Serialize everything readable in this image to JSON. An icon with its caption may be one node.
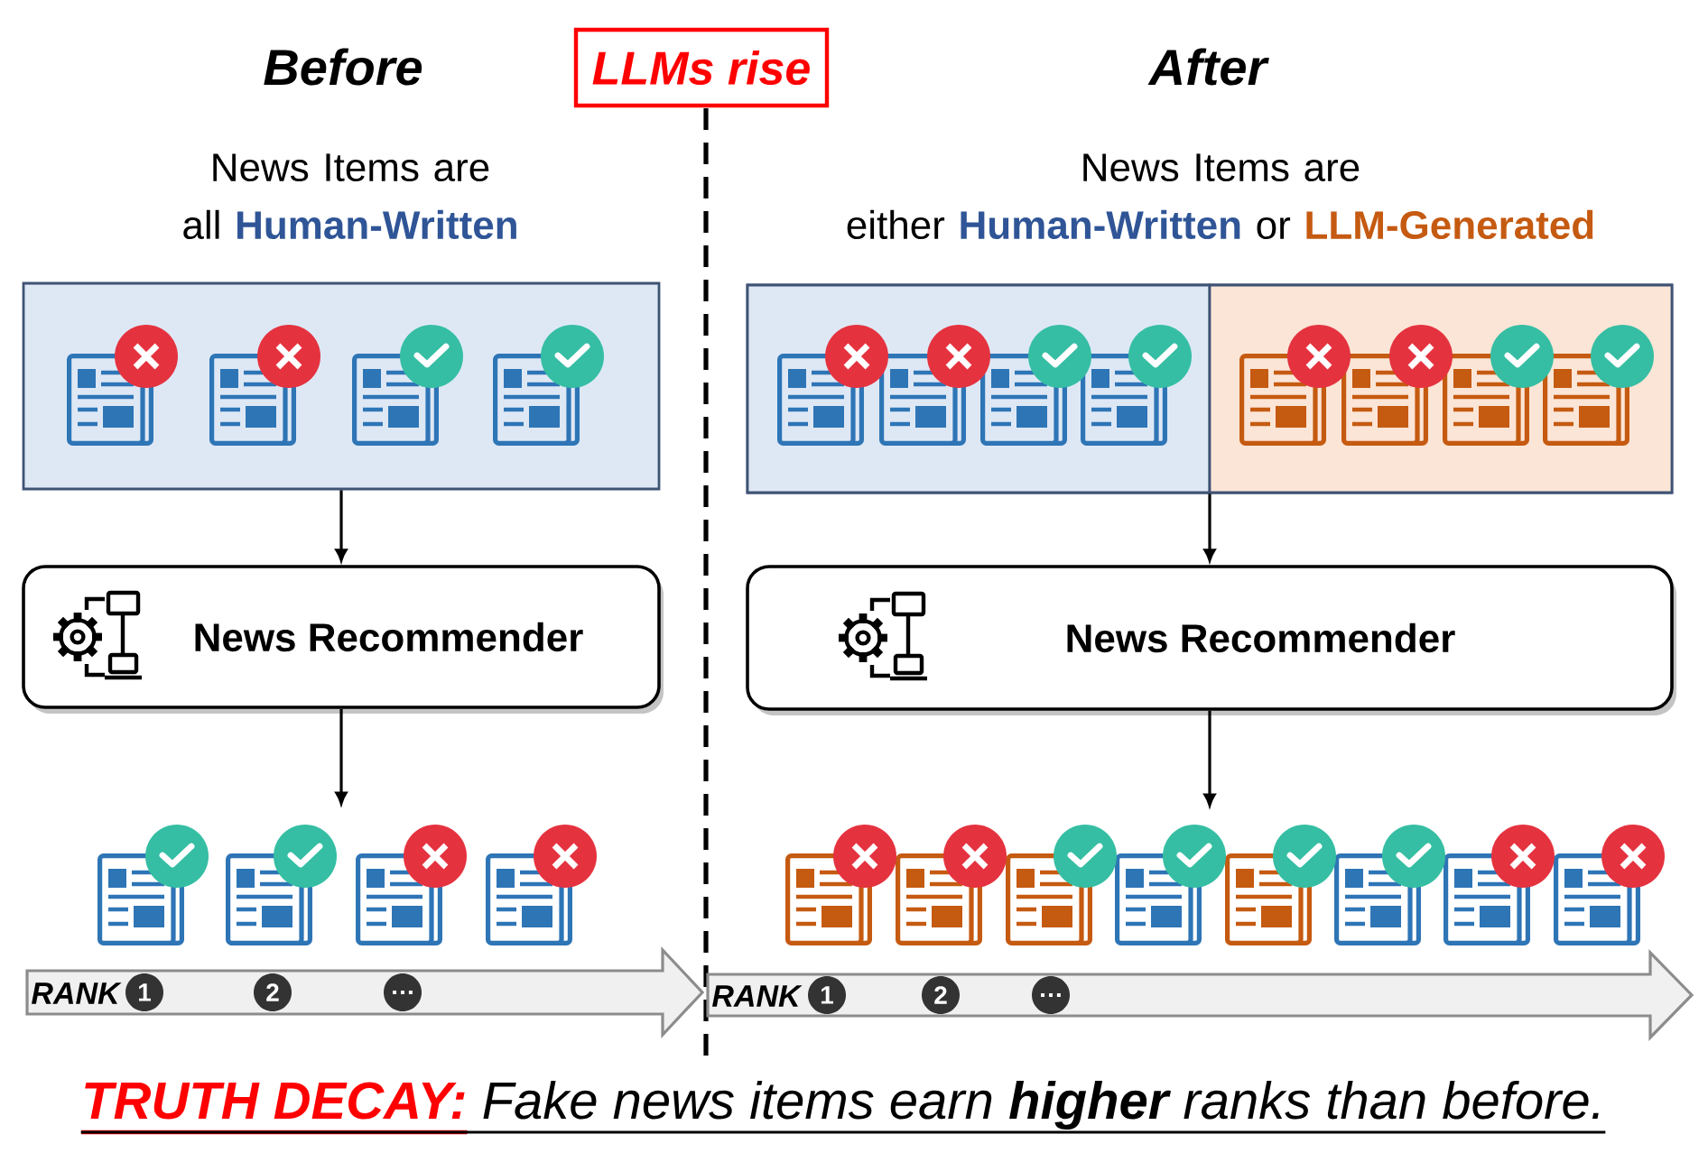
{
  "diagram": {
    "nodes": [
      {
        "text": [
          "LLMs rise"
        ]
      },
      {
        "text": [
          "News Items are all **Human-Written**"
        ]
      },
      {
        "text": [
          "News Recommender"
        ]
      },
      {
        "text": [],
        "shape": "picture"
      },
      {
        "text": [
          "RANK"
        ]
      },
      {
        "text": [
          "1"
        ],
        "in": 4
      },
      {
        "text": [
          "2"
        ],
        "in": 4
      },
      {
        "text": [
          "…"
        ],
        "in": 4
      },
      {
        "text": [
          "News Items are either **Human-Written** or **LLM-Generated**"
        ]
      },
      {
        "text": [],
        "shape": "box",
        "in": 8
      },
      {
        "text": [],
        "shape": "box",
        "in": 8
      },
      {
        "text": [
          "News Recommender"
        ]
      },
      {
        "text": [],
        "shape": "picture"
      },
      {
        "text": [
          "RANK"
        ]
      },
      {
        "text": [
          "1"
        ],
        "in": 13
      },
      {
        "text": [
          "2"
        ],
        "in": 13
      },
      {
        "text": [
          "…"
        ],
        "in": 13
      }
    ],
    "edges": [
      {
        "from": 1,
        "to": 2,
        "arrow": "to"
      },
      {
        "from": 2,
        "to": 3,
        "arrow": "to"
      },
      {
        "from": 8,
        "to": 11,
        "arrow": "to"
      },
      {
        "from": 11,
        "to": 12,
        "arrow": "to"
      }
    ],
    "labels": [
      "Before",
      "After"
    ],
    "caption": "**TRUTH DECAY:** Fake news items earn **higher** ranks than before."
  }
}
